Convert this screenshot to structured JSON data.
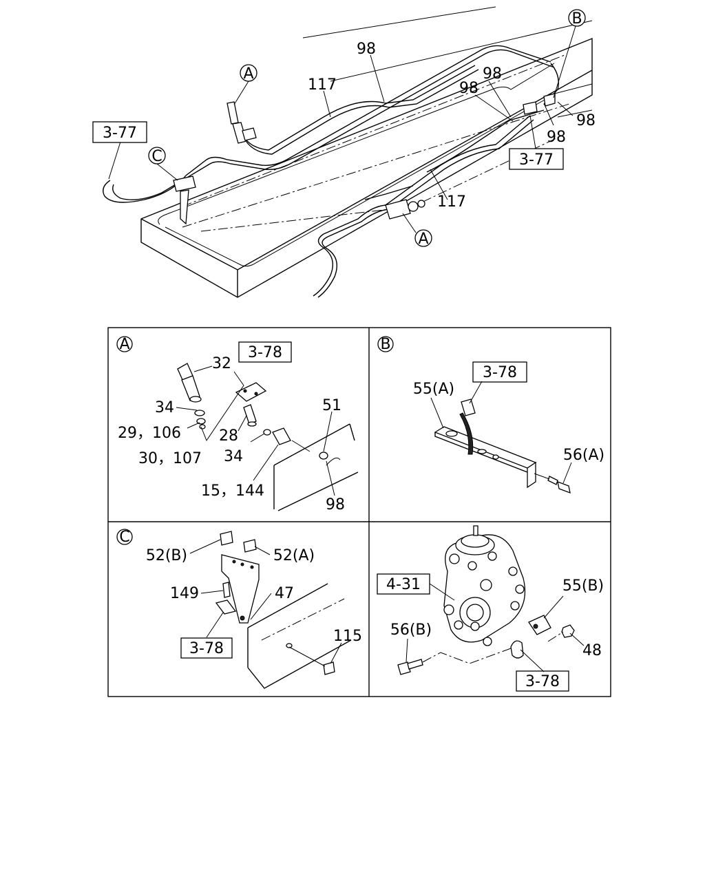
{
  "overview": {
    "callouts": {
      "a_top": "A",
      "a_bottom": "A",
      "b": "B",
      "c": "C"
    },
    "refs": {
      "ref_left": "3-77",
      "ref_right": "3-77"
    },
    "labels": {
      "l98_top": "98",
      "l117_top": "117",
      "l98_r1": "98",
      "l98_r2": "98",
      "l98_r3": "98",
      "l98_r4": "98",
      "l117_bottom": "117"
    }
  },
  "panel_a": {
    "marker": "A",
    "ref": "3-78",
    "labels": {
      "p32": "32",
      "p34a": "34",
      "p29": "29，106",
      "p30": "30，107",
      "p28": "28",
      "p34b": "34",
      "p15": "15，144",
      "p51": "51",
      "p98": "98"
    }
  },
  "panel_b": {
    "marker": "B",
    "ref": "3-78",
    "labels": {
      "p55a": "55(A)",
      "p56a": "56(A)"
    }
  },
  "panel_c": {
    "marker": "C",
    "ref": "3-78",
    "labels": {
      "p52b": "52(B)",
      "p52a": "52(A)",
      "p149": "149",
      "p47": "47",
      "p115": "115"
    }
  },
  "panel_d": {
    "ref_pump": "4-31",
    "ref_bottom": "3-78",
    "labels": {
      "p55b": "55(B)",
      "p56b": "56(B)",
      "p48": "48"
    }
  }
}
